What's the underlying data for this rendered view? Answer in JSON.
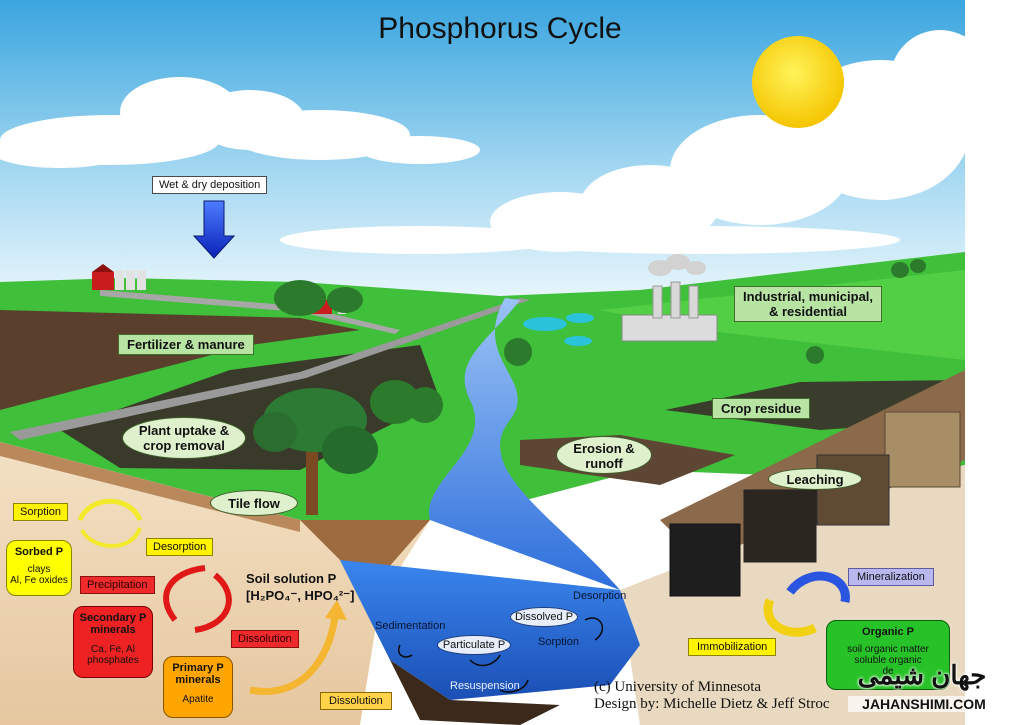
{
  "title": "Phosphorus Cycle",
  "labels": {
    "deposition": "Wet  & dry deposition",
    "fertilizer": "Fertilizer & manure",
    "industrial_line1": "Industrial, municipal,",
    "industrial_line2": "& residential",
    "crop_residue": "Crop residue",
    "plant_uptake_line1": "Plant uptake &",
    "plant_uptake_line2": "crop removal",
    "erosion_line1": "Erosion &",
    "erosion_line2": "runoff",
    "leaching": "Leaching",
    "tile_flow": "Tile flow"
  },
  "soil": {
    "sorption": "Sorption",
    "desorption": "Desorption",
    "precipitation": "Precipitation",
    "dissolution_1": "Dissolution",
    "dissolution_2": "Dissolution",
    "mineralization": "Mineralization",
    "immobilization": "Immobilization",
    "solution_title": "Soil solution P",
    "solution_formula": "[H₂PO₄⁻, HPO₄²⁻]",
    "sorbed": {
      "title": "Sorbed P",
      "line1": "clays",
      "line2": "Al, Fe oxides"
    },
    "secondary": {
      "title_line1": "Secondary P",
      "title_line2": "minerals",
      "line1": "Ca, Fe, Al",
      "line2": "phosphates"
    },
    "primary": {
      "title_line1": "Primary P",
      "title_line2": "minerals",
      "line1": "Apatite"
    },
    "organic": {
      "title": "Organic P",
      "line1": "soil organic matter",
      "line2": "soluble organic",
      "line3": "de"
    }
  },
  "water": {
    "sedimentation": "Sedimentation",
    "particulate": "Particulate P",
    "dissolved": "Dissolved P",
    "desorption": "Desorption",
    "sorption": "Sorption",
    "resuspension": "Resuspension"
  },
  "credits": {
    "line1": "(c) University of Minnesota",
    "line2": "Design by: Michelle Dietz & Jeff Stroc",
    "watermark_logo": "جهان شیمی",
    "watermark_site": "JAHANSHIMI.COM"
  },
  "colors": {
    "sorption_yellow": "#fff300",
    "precipitation_red": "#ee2a2a",
    "mineralization_purple": "#b8b7ee",
    "sorbed_box": "#ffff00",
    "secondary_box": "#ee2222",
    "primary_box": "#ffa500",
    "organic_box": "#27c227",
    "water_blue": "#2f76e6",
    "deposition_arrow": "#1a3fe0"
  }
}
